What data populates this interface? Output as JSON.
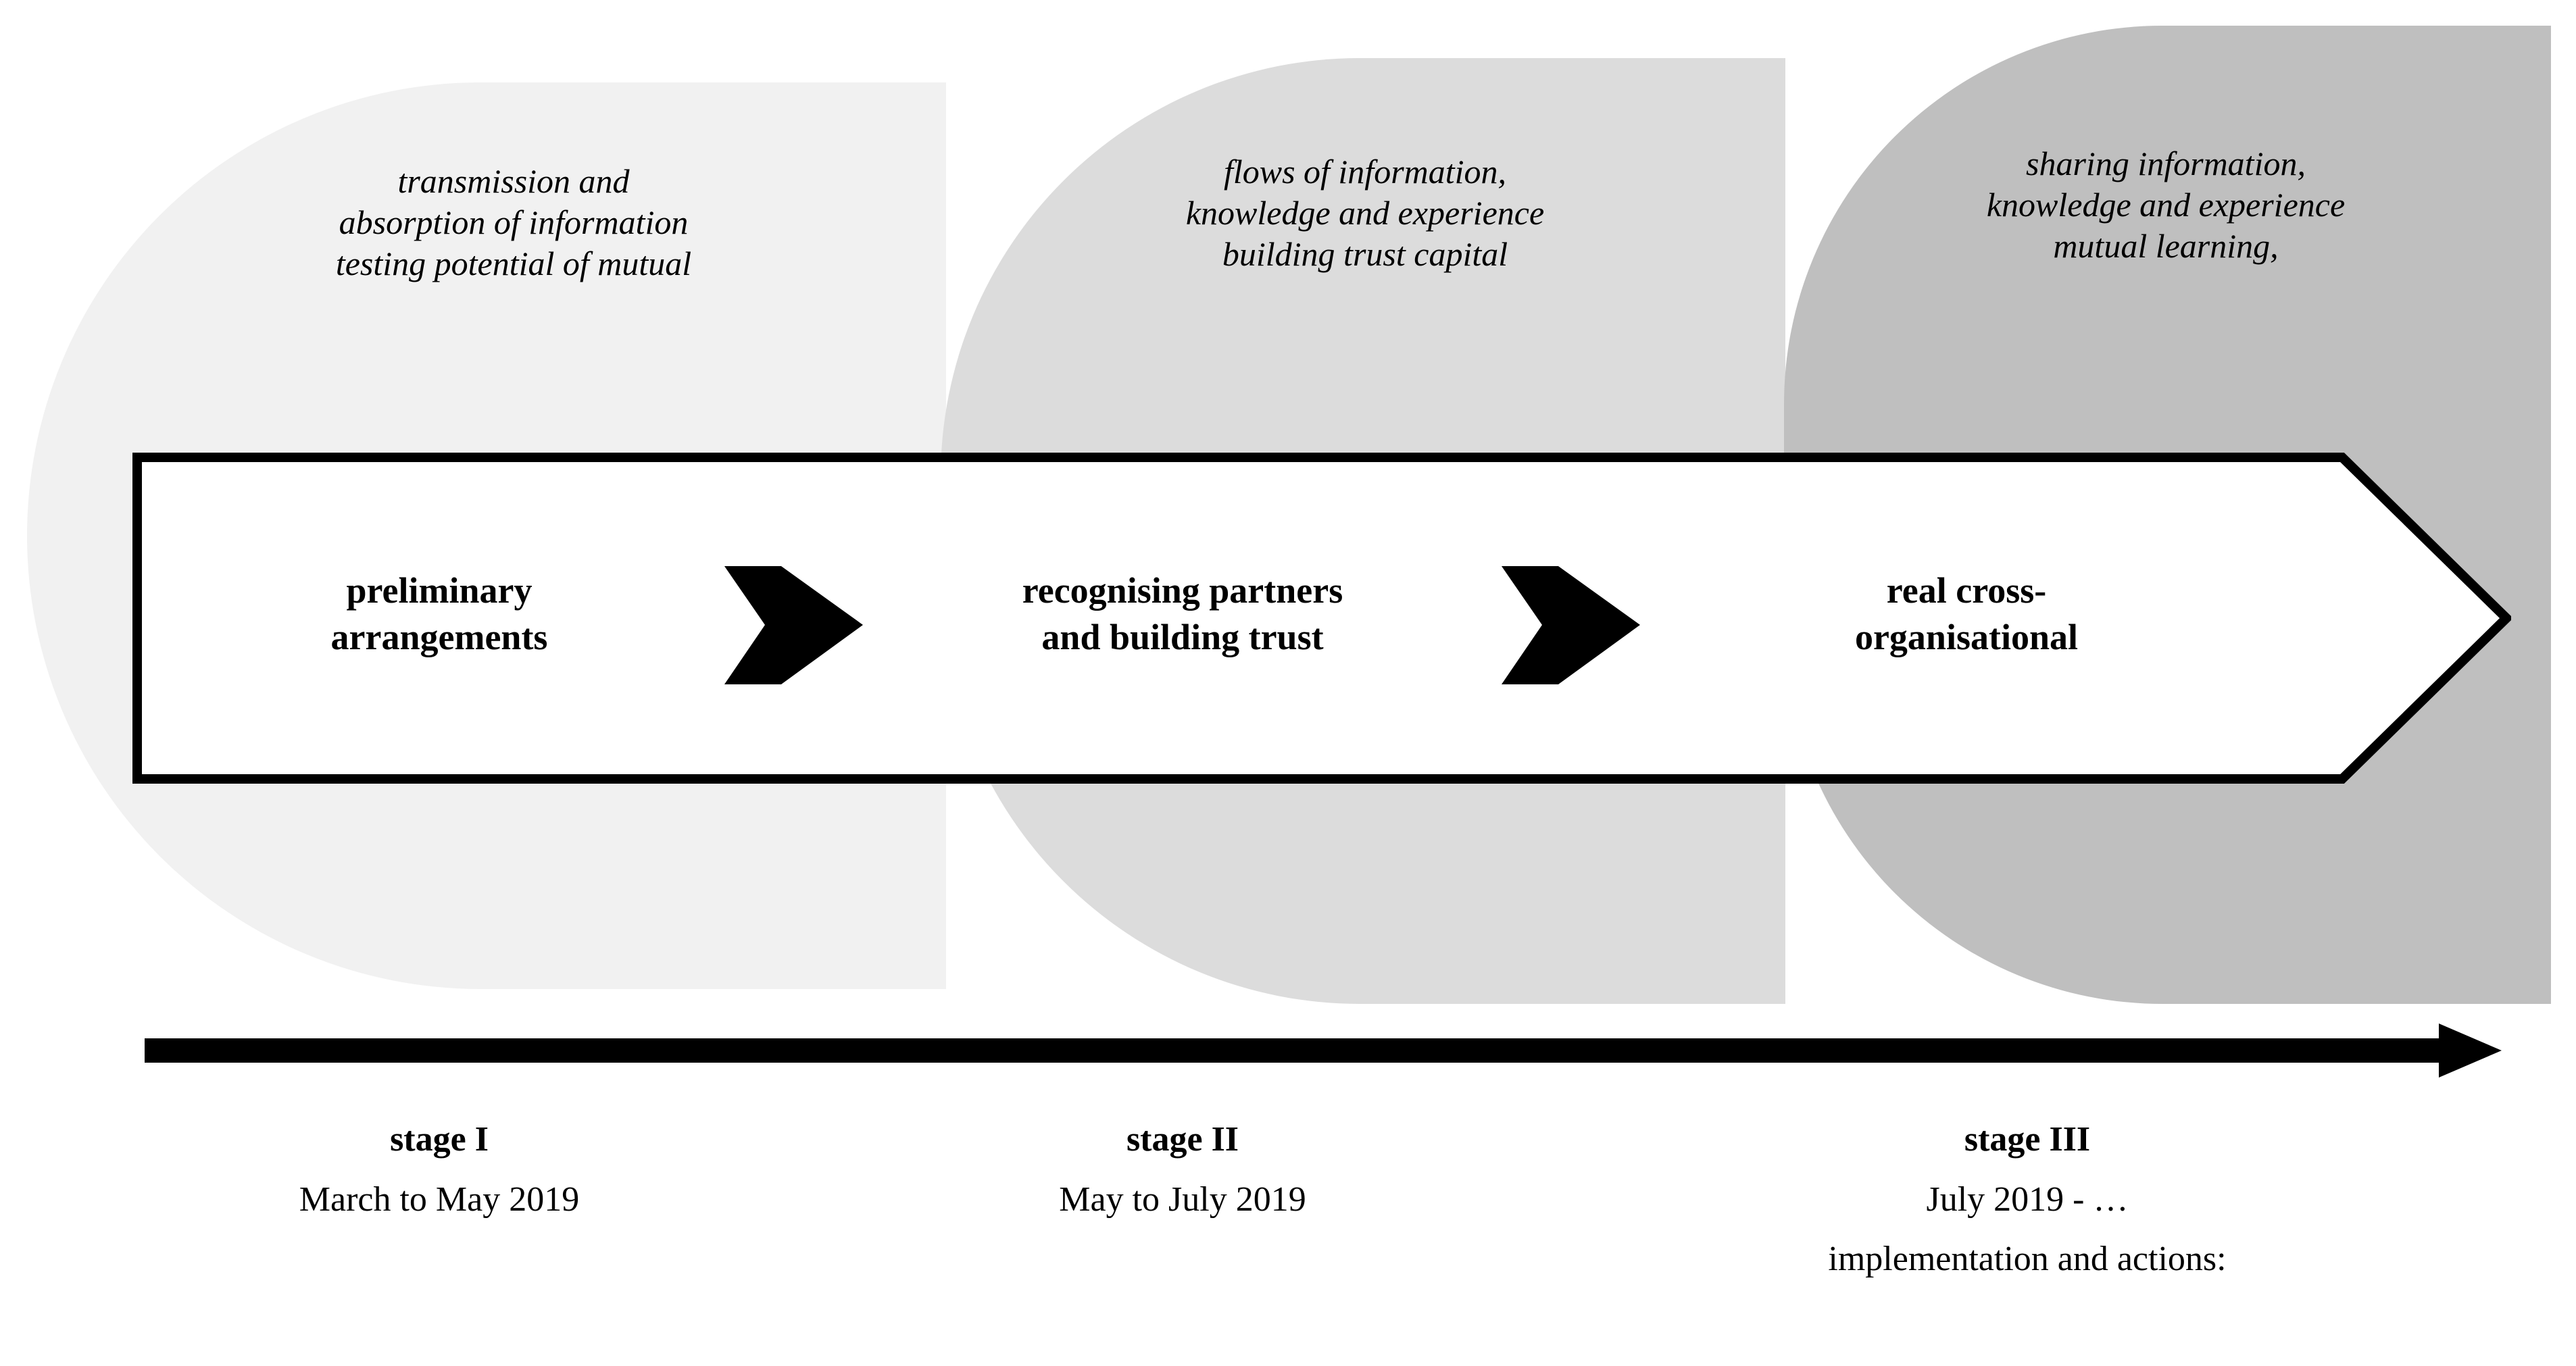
{
  "diagram": {
    "title": "Three-stage cross-organisational collaboration timeline",
    "colors": {
      "blob_stage_1": "#f1f1f1",
      "blob_stage_2": "#dcdcdc",
      "blob_stage_3": "#bfbfbf",
      "banner_fill": "#ffffff",
      "banner_stroke": "#000000",
      "chevron": "#000000",
      "timeline_arrow": "#000000",
      "text": "#000000"
    }
  },
  "stages": [
    {
      "id": "stage-1",
      "description_lines": [
        "transmission and",
        "absorption of information",
        "testing potential of mutual"
      ],
      "banner_label_lines": [
        "preliminary",
        "arrangements"
      ],
      "stage_name": "stage I",
      "period": "March to May 2019",
      "extra": ""
    },
    {
      "id": "stage-2",
      "description_lines": [
        "flows of information,",
        "knowledge and experience",
        "building trust capital"
      ],
      "banner_label_lines": [
        "recognising partners",
        "and building trust"
      ],
      "stage_name": "stage II",
      "period": "May to July 2019",
      "extra": ""
    },
    {
      "id": "stage-3",
      "description_lines": [
        "sharing information,",
        "knowledge and experience",
        "mutual learning,"
      ],
      "banner_label_lines": [
        "real cross-",
        "organisational"
      ],
      "stage_name": "stage III",
      "period": "July 2019 - …",
      "extra": "implementation and actions:"
    }
  ],
  "icons": {
    "chevron_1": "chevron-right-icon",
    "chevron_2": "chevron-right-icon",
    "timeline": "right-arrow-icon",
    "banner": "right-arrow-banner-icon"
  }
}
